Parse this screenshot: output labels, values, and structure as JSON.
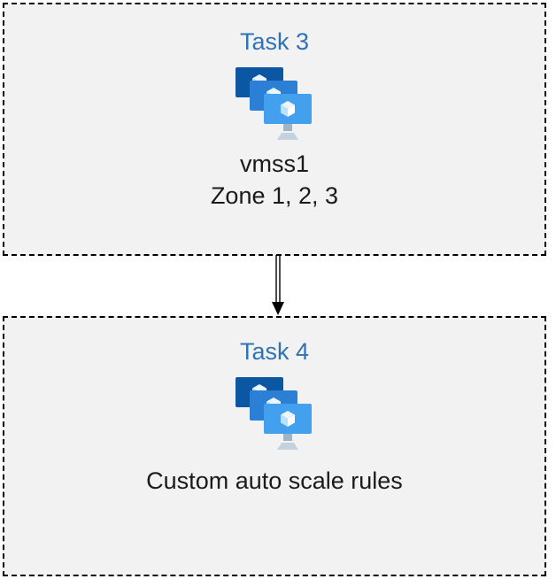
{
  "boxes": [
    {
      "title": "Task 3",
      "icon": "vm-scale-set-icon",
      "lines": [
        "vmss1",
        "Zone 1, 2, 3"
      ]
    },
    {
      "title": "Task 4",
      "icon": "vm-scale-set-icon",
      "lines": [
        "Custom auto scale rules"
      ]
    }
  ],
  "connector": {
    "type": "double-line-arrow-down"
  },
  "colors": {
    "title_blue": "#2E74B5",
    "box_background": "#f2f2f2",
    "box_border": "#000000",
    "monitor_back": "#0b57a4",
    "monitor_middle": "#2b7fd4",
    "monitor_front": "#42a0ee",
    "stand_gray": "#a9bac8"
  }
}
